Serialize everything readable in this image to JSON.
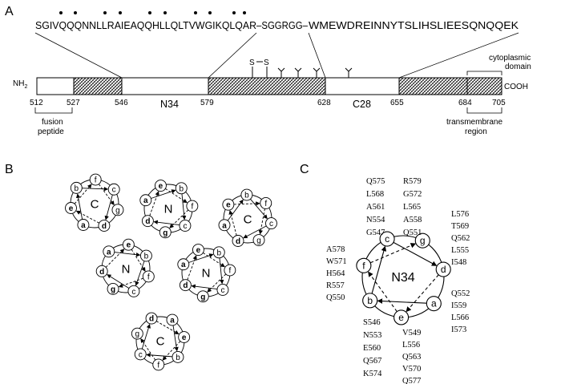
{
  "panel_a": {
    "label": "A",
    "sequence_left": "SGIVQQQNNLLRAIEAQQHLLQLTVWGIKQLQAR",
    "sequence_linker": "–SGGRGG–",
    "sequence_right": "WMEWDREINNYTSLIHSLIEESQNQQEK",
    "nh2": "NH",
    "nh2_sub": "2",
    "cooh": "COOH",
    "positions": [
      "512",
      "527",
      "546",
      "579",
      "628",
      "655",
      "684",
      "705"
    ],
    "n34": "N34",
    "c28": "C28",
    "disulfide": "S—S",
    "fusion_peptide": [
      "fusion",
      "peptide"
    ],
    "transmembrane": [
      "transmembrane",
      "region"
    ],
    "cytoplasmic": [
      "cytoplasmic",
      "domain"
    ]
  },
  "panel_b": {
    "label": "B",
    "wheels": [
      {
        "core": "C",
        "letters": [
          "a",
          "b",
          "c",
          "d",
          "e",
          "f",
          "g"
        ]
      },
      {
        "core": "N",
        "letters": [
          "a",
          "b",
          "c",
          "d",
          "e",
          "f",
          "g"
        ]
      },
      {
        "core": "C",
        "letters": [
          "a",
          "b",
          "c",
          "d",
          "e",
          "f",
          "g"
        ]
      },
      {
        "core": "N",
        "letters": [
          "a",
          "b",
          "c",
          "d",
          "e",
          "f",
          "g"
        ]
      },
      {
        "core": "N",
        "letters": [
          "a",
          "b",
          "c",
          "d",
          "e",
          "f",
          "g"
        ]
      },
      {
        "core": "C",
        "letters": [
          "a",
          "b",
          "c",
          "d",
          "e",
          "f",
          "g"
        ]
      }
    ]
  },
  "panel_c": {
    "label": "C",
    "core": "N34",
    "letters": [
      "c",
      "g",
      "d",
      "a",
      "e",
      "b",
      "f"
    ],
    "column_c": [
      "Q575",
      "L568",
      "A561",
      "N554",
      "G547"
    ],
    "column_g": [
      "R579",
      "G572",
      "L565",
      "A558",
      "Q551"
    ],
    "column_d": [
      "L576",
      "T569",
      "Q562",
      "L555",
      "I548"
    ],
    "column_a": [
      "Q552",
      "I559",
      "L566",
      "I573"
    ],
    "column_e": [
      "V549",
      "L556",
      "Q563",
      "V570",
      "Q577"
    ],
    "column_b": [
      "S546",
      "N553",
      "E560",
      "Q567",
      "K574"
    ],
    "column_f": [
      "A578",
      "W571",
      "H564",
      "R557",
      "Q550"
    ]
  }
}
